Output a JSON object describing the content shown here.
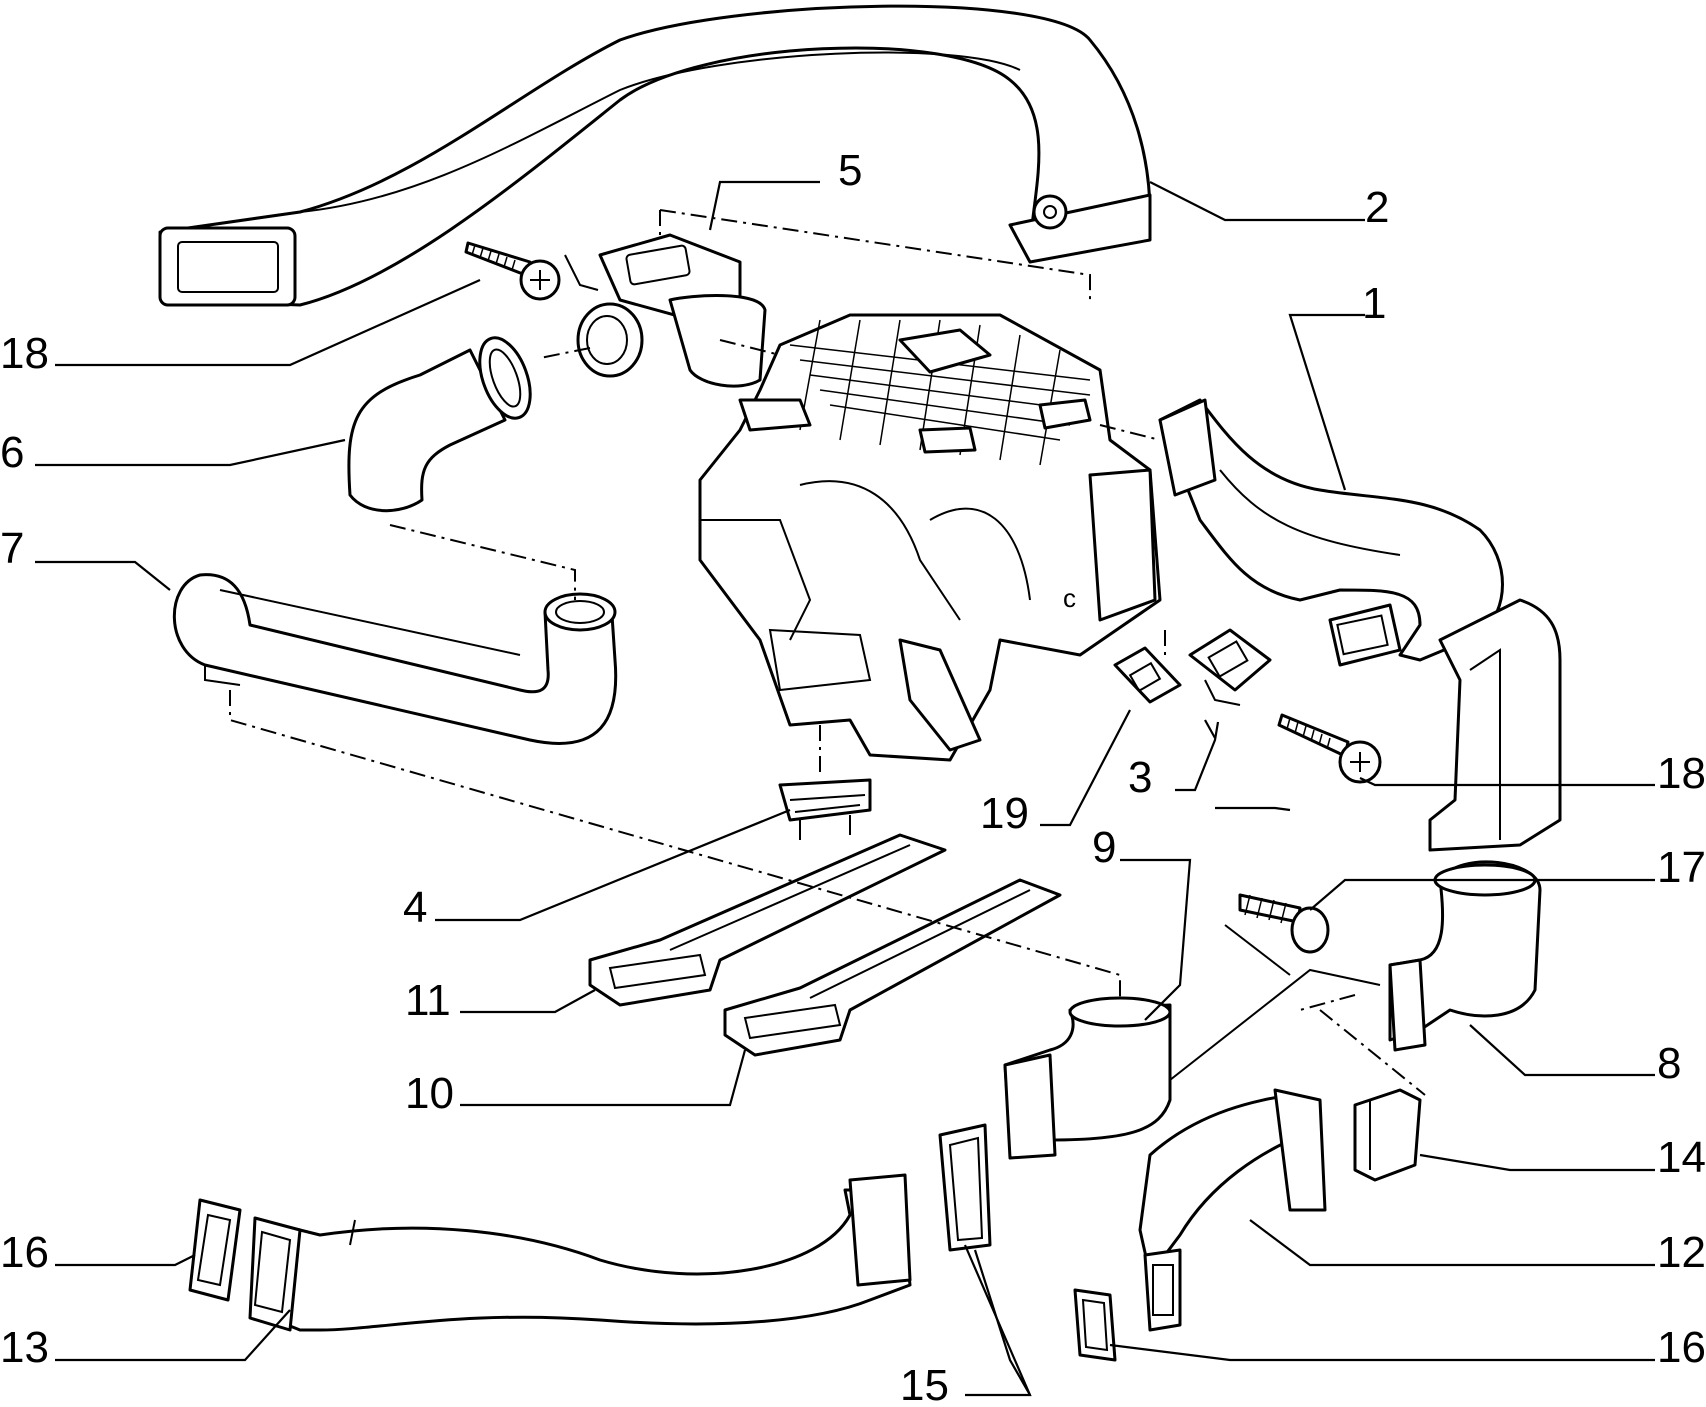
{
  "callouts": {
    "c1": "1",
    "c2": "2",
    "c3": "3",
    "c4": "4",
    "c5": "5",
    "c6": "6",
    "c7": "7",
    "c8": "8",
    "c9": "9",
    "c10": "10",
    "c11": "11",
    "c12": "12",
    "c13": "13",
    "c14": "14",
    "c15": "15",
    "c16a": "16",
    "c16b": "16",
    "c17": "17",
    "c18a": "18",
    "c18b": "18",
    "c19": "19"
  }
}
